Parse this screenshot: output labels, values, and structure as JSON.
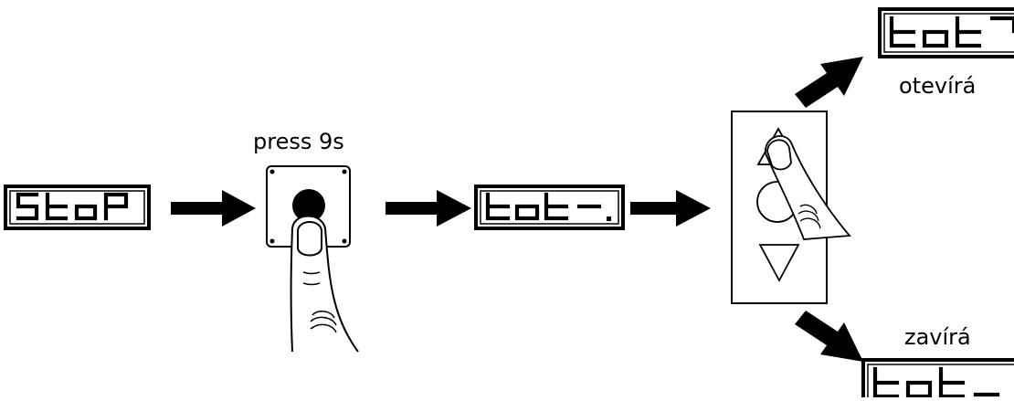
{
  "press_label": "press 9s",
  "open_label": "otevírá",
  "close_label": "zavírá",
  "displays": {
    "start": "StoP",
    "middle": "tot-.",
    "open": "tot‾",
    "close": "tot_"
  },
  "icons": [
    "arrow-right-icon",
    "push-button-icon",
    "finger-icon",
    "up-down-keypad-icon",
    "triangle-up-icon",
    "circle-icon",
    "triangle-down-icon"
  ]
}
